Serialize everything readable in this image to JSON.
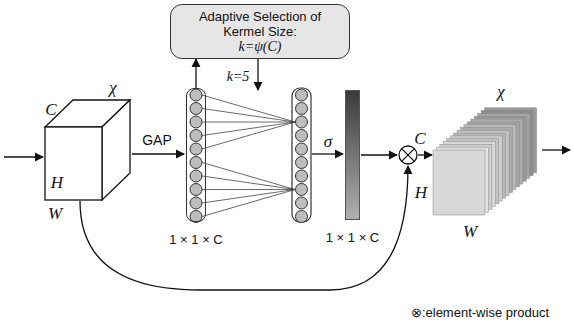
{
  "diagram": {
    "nodes": [
      {
        "text": [
          "Adaptive Selection of Kermel Size:",
          "k=ψ(C)"
        ]
      },
      {
        "text": [
          "1 × 1 × C"
        ]
      },
      {
        "text": [
          "1 × 1 × C"
        ]
      }
    ],
    "edges": [
      {
        "from": 1,
        "to": 0,
        "arrow": "to"
      }
    ],
    "labels": [
      "C",
      "χ",
      "H",
      "W",
      "GAP",
      "k=5",
      "σ",
      "C",
      "χ",
      "H",
      "W",
      "⊗:element-wise product"
    ]
  }
}
